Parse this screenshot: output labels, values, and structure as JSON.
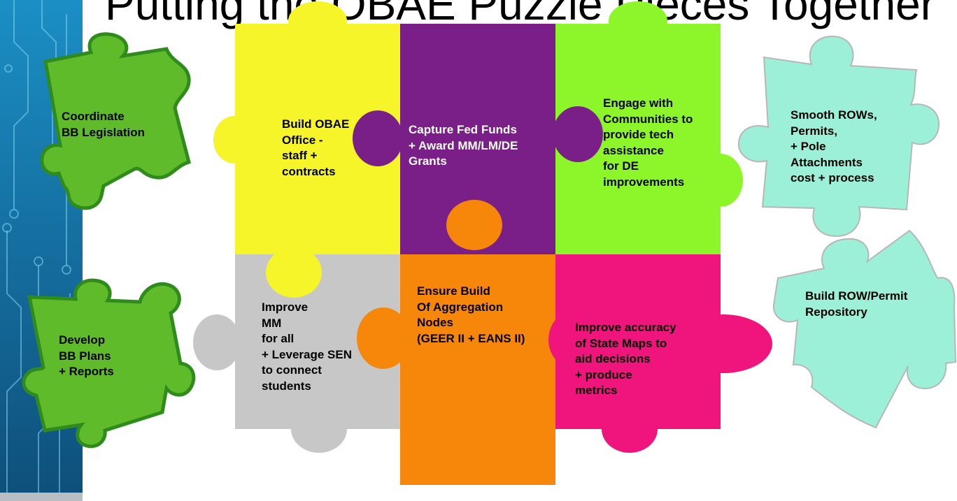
{
  "title": "Putting the OBAE Puzzle Pieces Together",
  "colors": {
    "sidebar": "#1674a6",
    "green_piece": "#5fbb2a",
    "green_outline": "#2e8b1c",
    "yellow": "#f5f52a",
    "purple": "#7a1f88",
    "lime": "#8cf62a",
    "gray": "#c7c7c7",
    "orange": "#f7870a",
    "magenta": "#ef157d",
    "aqua": "#9df0d8"
  },
  "pieces": {
    "coordinate": "Coordinate\nBB Legislation",
    "develop": "Develop\nBB Plans\n+ Reports",
    "build_office": "Build OBAE\nOffice -\nstaff +\ncontracts",
    "capture": "Capture Fed Funds\n + Award MM/LM/DE\nGrants",
    "engage": "Engage with\nCommunities to\nprovide tech\nassistance\nfor DE\nimprovements",
    "improve_mm": "Improve\nMM\nfor all\n+ Leverage SEN\nto connect\nstudents",
    "ensure": "Ensure Build\nOf Aggregation\nNodes\n(GEER II + EANS II)",
    "improve_accuracy": "Improve accuracy\n of State Maps to\naid decisions\n+ produce\nmetrics",
    "smooth": "Smooth ROWs,\nPermits,\n+ Pole\nAttachments\ncost + process",
    "repository": "Build ROW/Permit\nRepository"
  }
}
